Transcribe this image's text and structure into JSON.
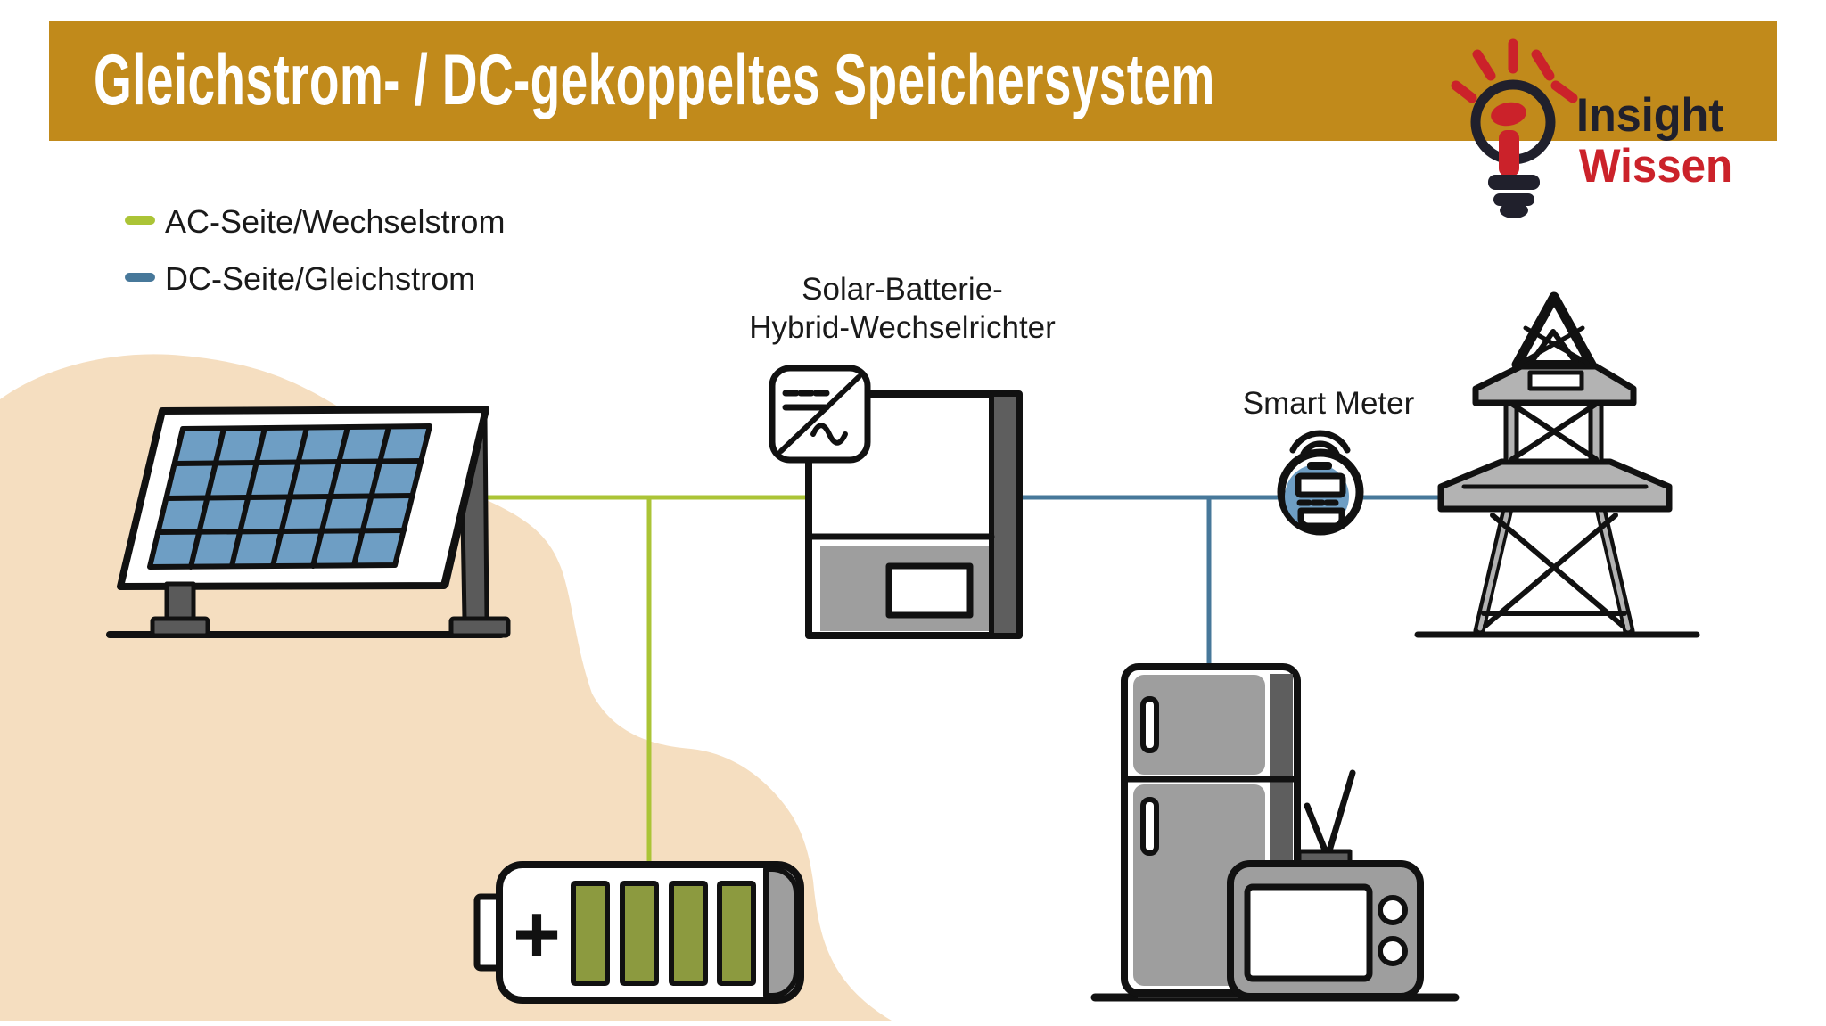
{
  "banner": {
    "title": "Gleichstrom- / DC-gekoppeltes Speichersystem"
  },
  "logo": {
    "brand_top": "Insight",
    "brand_bottom": "Wissen"
  },
  "legend": {
    "items": [
      {
        "id": "ac",
        "label": "AC-Seite/Wechselstrom",
        "color": "#ABC436"
      },
      {
        "id": "dc",
        "label": "DC-Seite/Gleichstrom",
        "color": "#47789A"
      }
    ]
  },
  "nodes": {
    "inverter_label_line1": "Solar-Batterie-",
    "inverter_label_line2": "Hybrid-Wechselrichter",
    "smart_meter_label": "Smart Meter",
    "battery_plus": "+"
  },
  "colors": {
    "ac_line": "#ABC436",
    "dc_line": "#47789A",
    "banner_orange": "#C18A1B",
    "blob_tan": "#F5DEC0",
    "panel_blue": "#6E9EC4",
    "meter_blue": "#6E9EC4",
    "battery_olive": "#8C9A3F",
    "device_gray": "#9E9E9E",
    "dark_gray": "#5E5E5E",
    "tower_gray": "#B3B3B3",
    "outline": "#111111",
    "brand_red": "#CB222A",
    "brand_dark": "#20202C",
    "label_text": "#1A1A1A"
  }
}
